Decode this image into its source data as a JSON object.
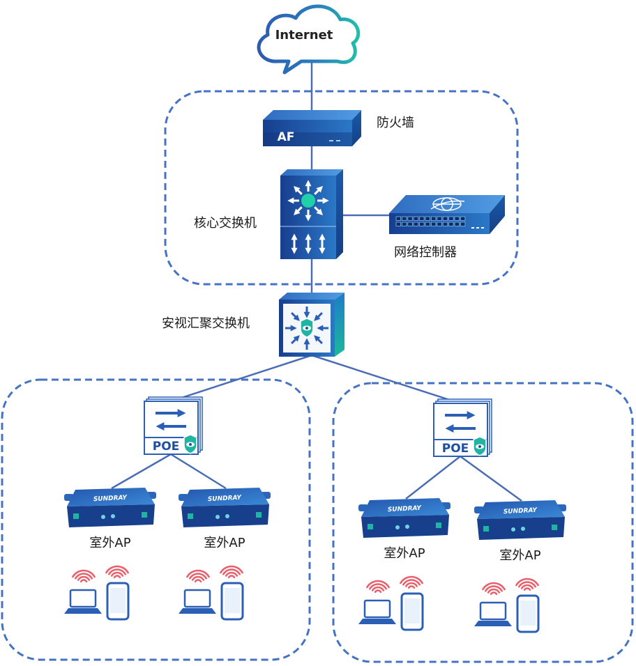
{
  "internet": {
    "label": "Internet"
  },
  "firewall": {
    "badge": "AF",
    "label": "防火墙"
  },
  "core_switch": {
    "label": "核心交换机"
  },
  "network_controller": {
    "label": "网络控制器"
  },
  "aggregation_switch": {
    "label": "安视汇聚交换机"
  },
  "access_groups": [
    {
      "poe_switch": {
        "badge": "POE"
      },
      "access_points": [
        {
          "brand": "SUNDRAY",
          "label": "室外AP"
        },
        {
          "brand": "SUNDRAY",
          "label": "室外AP"
        }
      ]
    },
    {
      "poe_switch": {
        "badge": "POE"
      },
      "access_points": [
        {
          "brand": "SUNDRAY",
          "label": "室外AP"
        },
        {
          "brand": "SUNDRAY",
          "label": "室外AP"
        }
      ]
    }
  ],
  "colors": {
    "zone_border": "#4472c4",
    "link": "#4a6db5",
    "device_blue": "#1f4f9f",
    "accent_teal": "#1fb5a2",
    "wifi_signal": "#e8606b"
  }
}
